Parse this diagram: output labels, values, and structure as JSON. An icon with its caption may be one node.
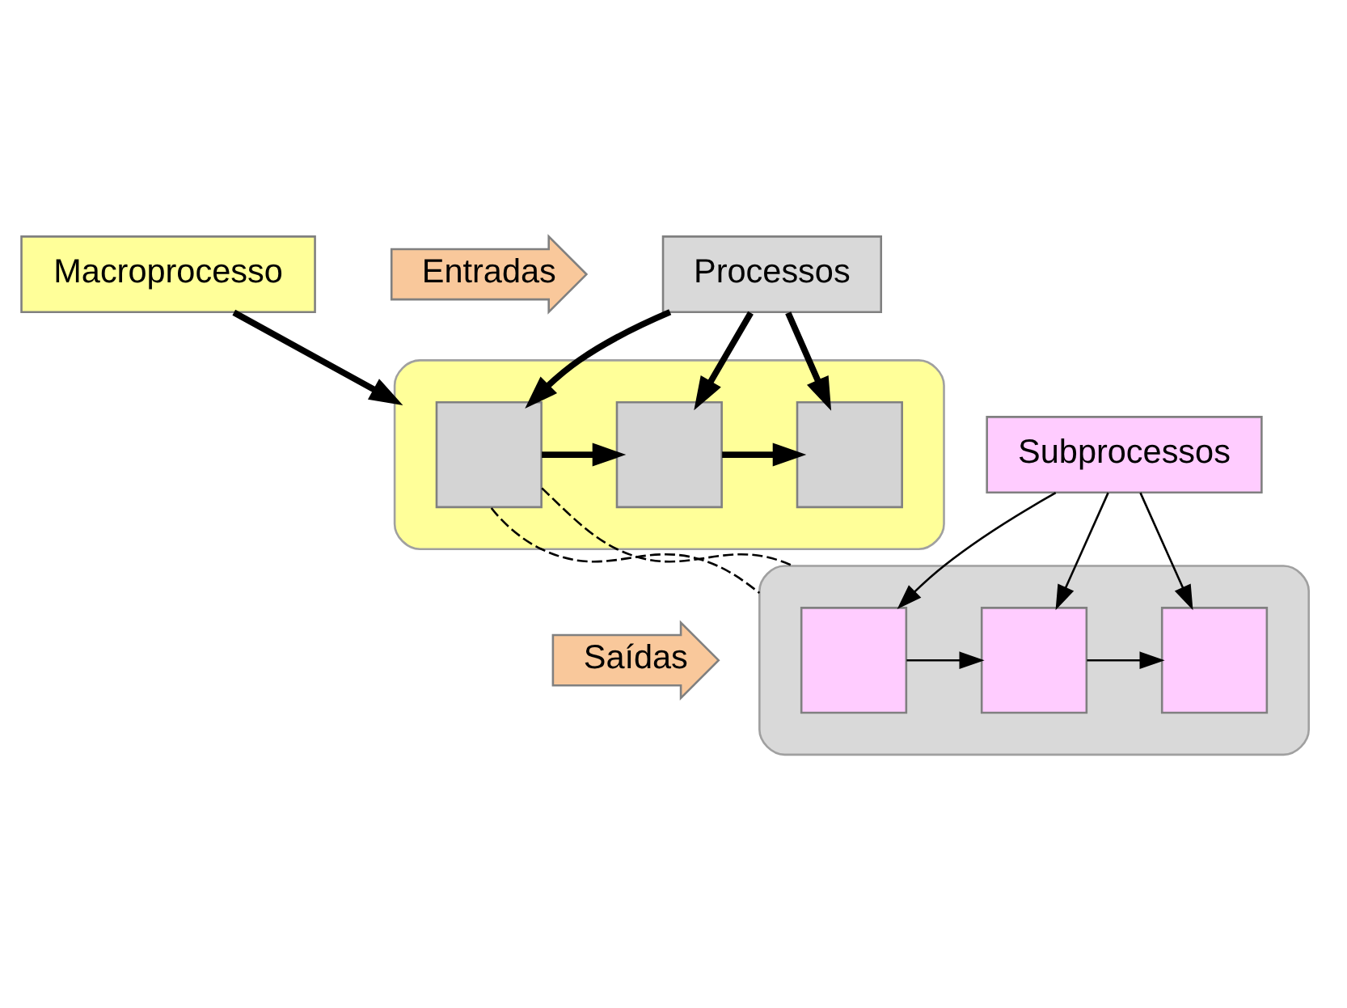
{
  "diagram": {
    "nodes": [
      {
        "text": [
          "Macroprocesso"
        ]
      },
      {
        "text": [],
        "shape": "ellipse"
      },
      {
        "text": [
          "Entradas"
        ]
      },
      {
        "text": [],
        "shape": "box",
        "in": 1
      },
      {
        "text": [],
        "shape": "box",
        "in": 1
      },
      {
        "text": [],
        "shape": "box",
        "in": 1
      },
      {
        "text": [
          "Saídas"
        ]
      },
      {
        "text": [],
        "shape": "ellipse"
      },
      {
        "text": [],
        "shape": "box",
        "in": 7
      },
      {
        "text": [],
        "shape": "box",
        "in": 7
      },
      {
        "text": [],
        "shape": "box",
        "in": 7
      },
      {
        "text": [
          "Processos"
        ]
      },
      {
        "text": [
          "Subprocessos"
        ]
      }
    ],
    "edges": [
      {
        "from": 0,
        "to": 1,
        "arrow": "to",
        "style": "thick"
      },
      {
        "from": 3,
        "to": 4,
        "arrow": "to",
        "style": "thick"
      },
      {
        "from": 4,
        "to": 5,
        "arrow": "to",
        "style": "thick"
      },
      {
        "from": 3,
        "to": 7,
        "arrow": "none",
        "style": "dashed"
      },
      {
        "from": 3,
        "to": 7,
        "arrow": "none",
        "style": "dashed"
      },
      {
        "from": 8,
        "to": 9,
        "arrow": "to"
      },
      {
        "from": 9,
        "to": 10,
        "arrow": "to"
      },
      {
        "from": 11,
        "to": 3,
        "arrow": "to",
        "style": "thick"
      },
      {
        "from": 11,
        "to": 4,
        "arrow": "to",
        "style": "thick"
      },
      {
        "from": 11,
        "to": 5,
        "arrow": "to",
        "style": "thick"
      },
      {
        "from": 12,
        "to": 8,
        "arrow": "to"
      },
      {
        "from": 12,
        "to": 9,
        "arrow": "to"
      },
      {
        "from": 12,
        "to": 10,
        "arrow": "to"
      }
    ]
  }
}
